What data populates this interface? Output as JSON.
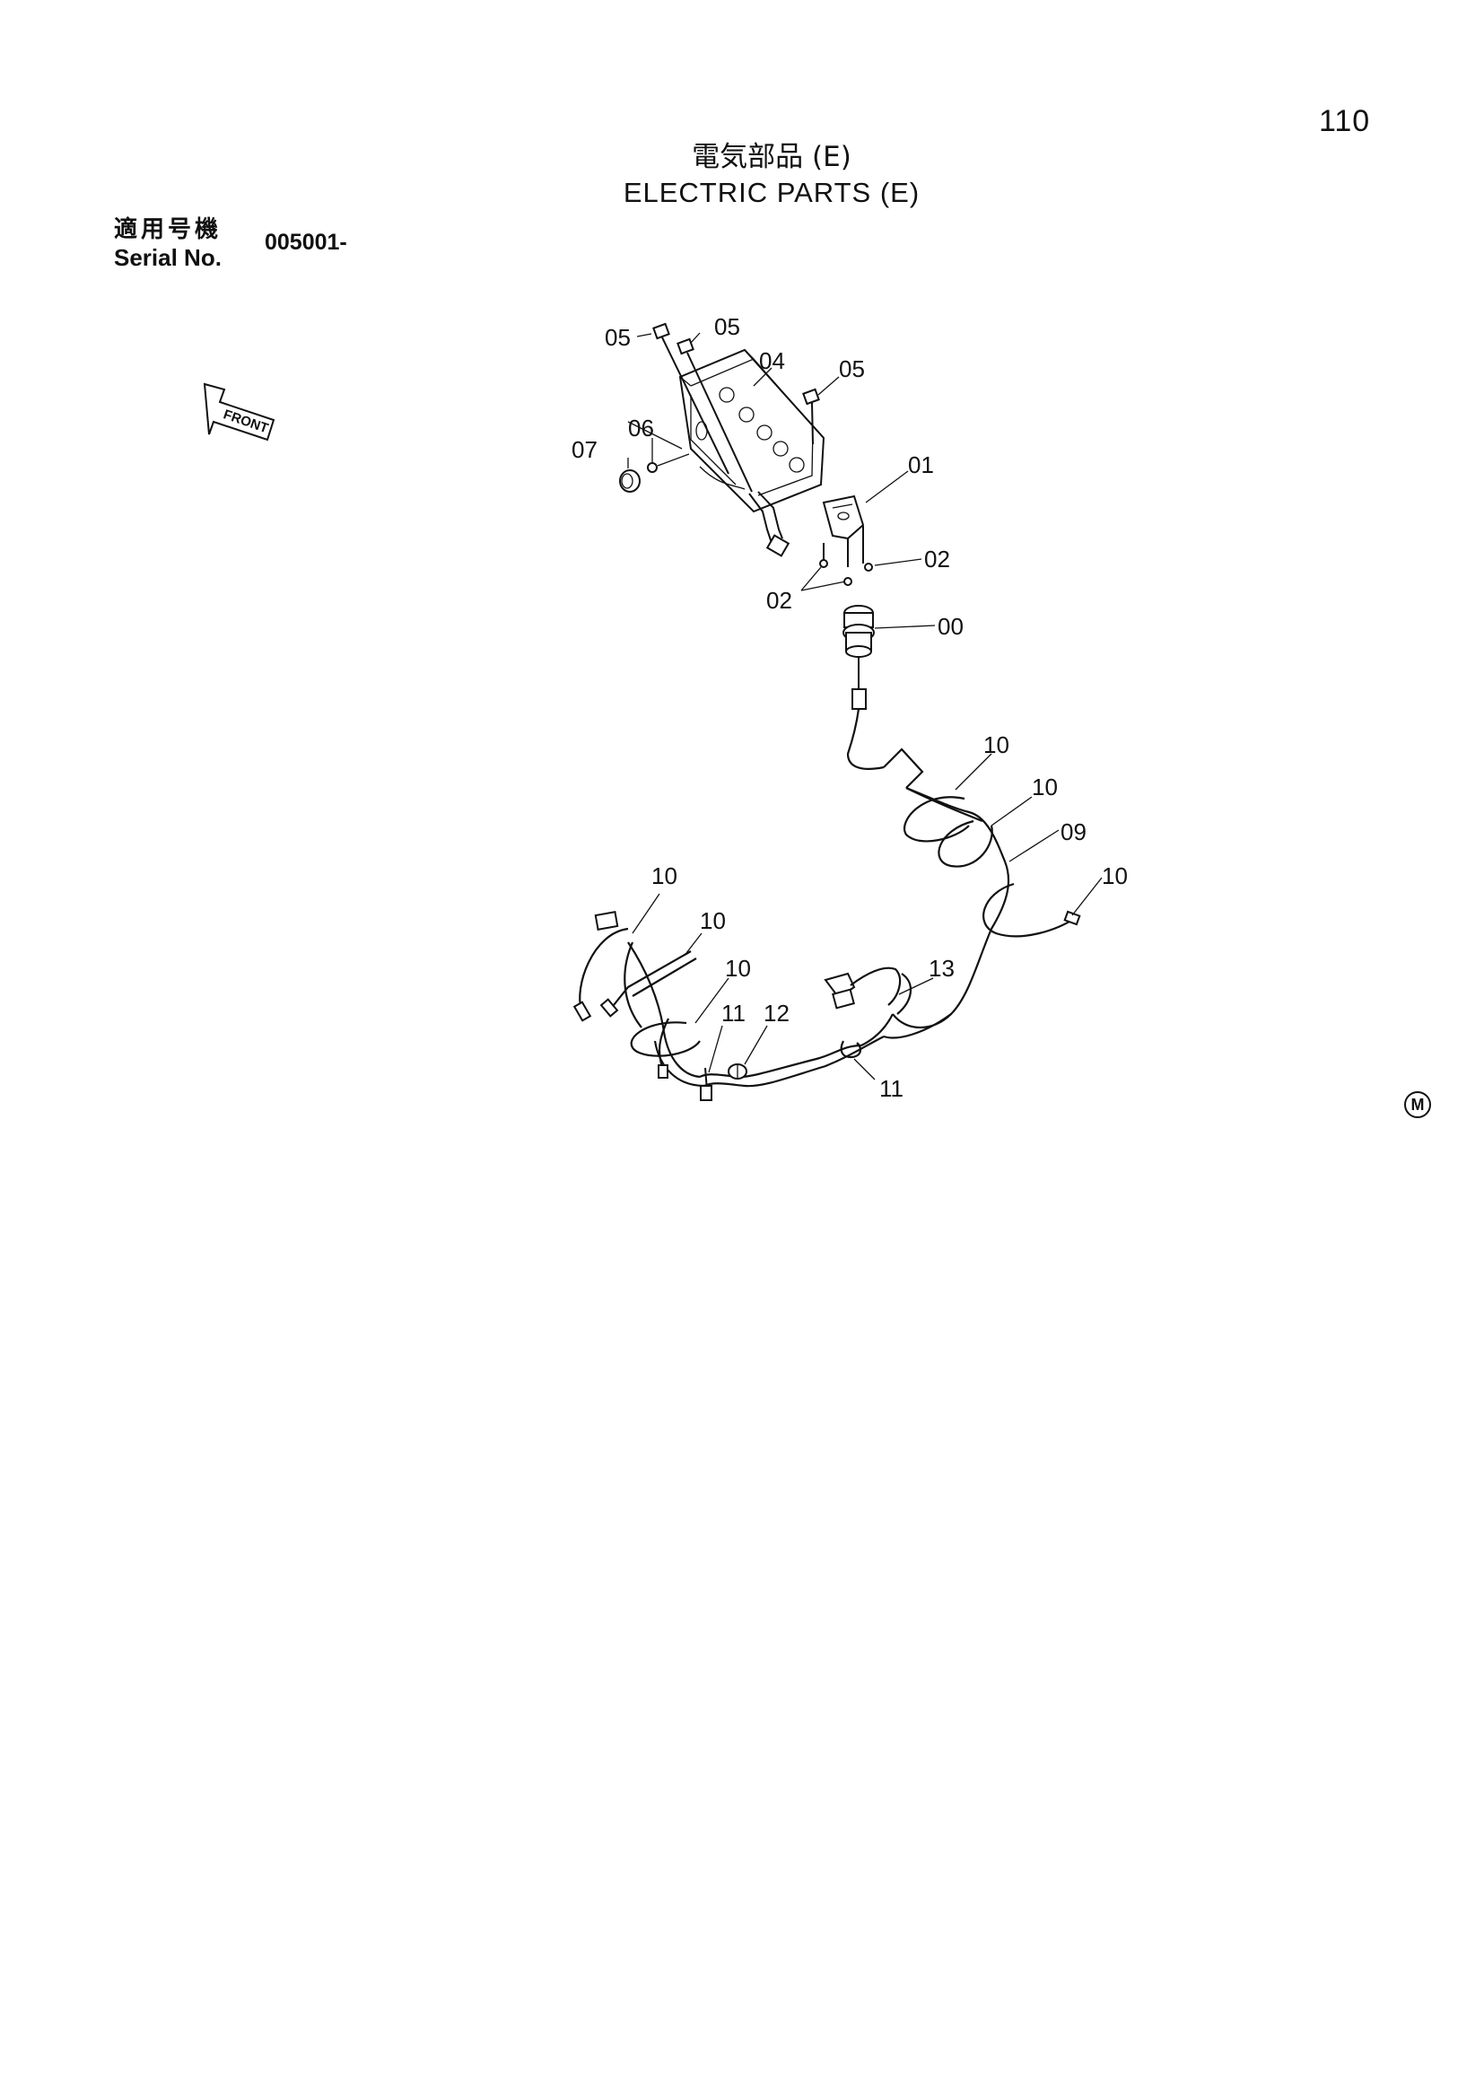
{
  "page_number": "110",
  "title": {
    "japanese": "電気部品 (E)",
    "english": "ELECTRIC PARTS (E)"
  },
  "serial": {
    "label_japanese": "適用号機",
    "label_english": "Serial No.",
    "value": "005001-"
  },
  "front_indicator": "FRONT",
  "callouts": {
    "c05a": "05",
    "c05b": "05",
    "c05c": "05",
    "c04": "04",
    "c06": "06",
    "c07": "07",
    "c01": "01",
    "c02a": "02",
    "c02b": "02",
    "c00": "00",
    "c10a": "10",
    "c10b": "10",
    "c09": "09",
    "c10c": "10",
    "c10d": "10",
    "c10e": "10",
    "c10f": "10",
    "c13": "13",
    "c11a": "11",
    "c12": "12",
    "c11b": "11"
  },
  "corner_mark": "M"
}
